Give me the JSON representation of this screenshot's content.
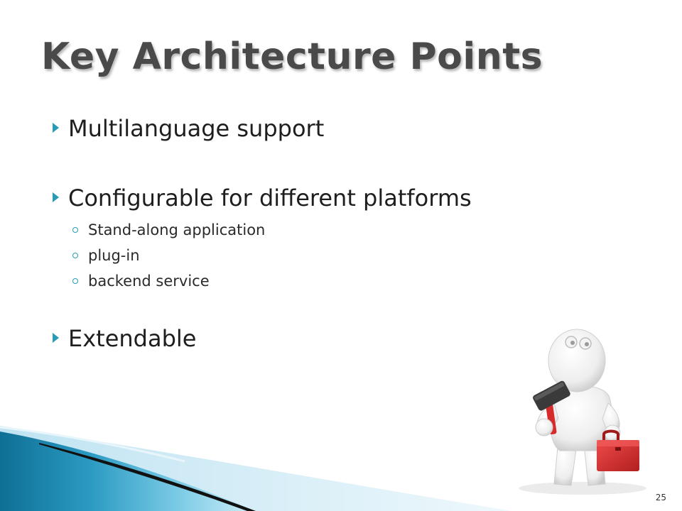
{
  "slide": {
    "title": "Key Architecture Points",
    "bullets": [
      {
        "text": "Multilanguage support",
        "subitems": []
      },
      {
        "text": "Configurable for different platforms",
        "subitems": [
          "Stand-along application",
          "plug-in",
          "backend service"
        ]
      },
      {
        "text": "Extendable",
        "subitems": []
      }
    ],
    "page_number": "25"
  },
  "colors": {
    "accent": "#2a9ab5",
    "title": "#4a4a4a",
    "toolbox": "#d52b2b",
    "hammer_head": "#3a3a3a"
  },
  "icons": {
    "bullet": "triangle-right-icon",
    "sub_bullet": "ring-icon",
    "illustration": "figure-with-hammer-and-toolbox"
  }
}
